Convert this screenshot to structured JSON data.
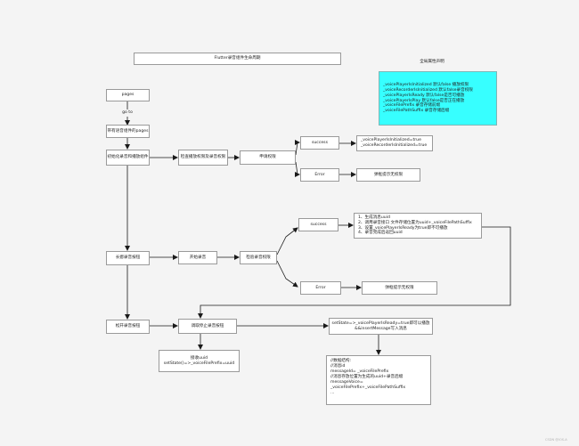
{
  "title": "Flutter录音组件生命周期",
  "legend": {
    "heading": "全局属性声明",
    "lines": [
      "_voicePlayerIsInitialized 默认false 播放权限",
      "_voiceRecorderIsInitialized 默认false录音权限",
      "_voicePlayerIsReady 默认false是否可播放",
      "_voicePlayerIsPlay 默认false是否正在播放",
      "_voiceFilePrefix 录音存储前缀",
      "_voiceFilePathSuffix 录音存储后缀"
    ]
  },
  "nodes": {
    "pages": "pages",
    "goto": "go to",
    "has_component": "带有语音组件的pages",
    "init": "初始化录音和播放组件",
    "check_perm": "检查播放权限及录音权限",
    "request_perm": "申请权限",
    "success1": "success",
    "success1_result": [
      "_voicePlayerIsInitialized=true",
      "_voiceRecorderIsInitialized=true"
    ],
    "error1": "Error",
    "error1_result": "弹框提示无权限",
    "long_press": "长摁录音按钮",
    "start_record": "开始录音",
    "check_record_perm": "检验录音权限",
    "success2": "success",
    "success2_steps": [
      "1、生成消息uuid",
      "2、调用录音接口 文件存储位置为uuid+_voiceFilePathSuffix",
      "3、设置_voicePlayerIsReady为true即不可播放",
      "4、录音完成后返回uuid"
    ],
    "error2": "Error",
    "error2_result": "弹框提示无权限",
    "release": "松开录音按钮",
    "stop_record": "调取停止录音按钮",
    "set_state_ready": [
      "setState=>_voicePlayerIsReady=true即可以播放",
      "&&insertMessage写入消息"
    ],
    "receive_uuid": [
      "接收uuid",
      "setState()=>_voiceFilePrefix=uuid"
    ],
    "data_structure": [
      "//数据结构:",
      "//消息id",
      "messageId= _voiceFilePrefix",
      "//消息存放位置为生成的uuid+录音后缀",
      "messageVoice= _voiceFilePrefix+_voiceFilePathSuffix",
      "..."
    ]
  },
  "watermark": "CSDN @iOS-A",
  "colors": {
    "legend_fill": "#37ffff",
    "line": "#1a1a1a"
  }
}
